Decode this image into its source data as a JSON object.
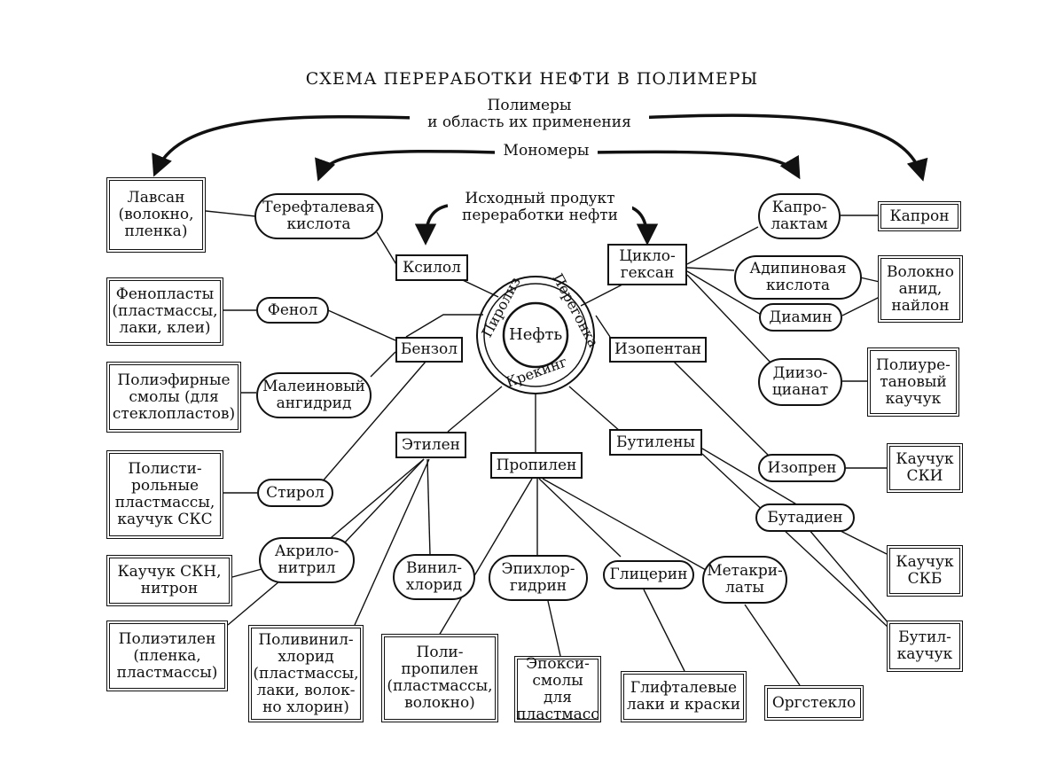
{
  "title": "СХЕМА ПЕРЕРАБОТКИ НЕФТИ В ПОЛИМЕРЫ",
  "headers": {
    "polymers": "Полимеры\nи область их применения",
    "monomers": "Мономеры",
    "source": "Исходный продукт\nпереработки нефти"
  },
  "center": {
    "oil": "Нефть",
    "pyrolysis": "Пиролиз",
    "distillation": "Перегонка",
    "cracking": "Крекинг"
  },
  "raw": {
    "xylene": "Ксилол",
    "benzene": "Бензол",
    "ethylene": "Этилен",
    "propylene": "Пропилен",
    "butylenes": "Бутилены",
    "isopentane": "Изопентан",
    "cyclohexane": "Цикло-\nгексан"
  },
  "monomers": {
    "terephthalic": "Терефталевая\nкислота",
    "phenol": "Фенол",
    "maleic": "Малеиновый\nангидрид",
    "styrene": "Стирол",
    "acrylonitrile": "Акрило-\nнитрил",
    "vinylchloride": "Винил-\nхлорид",
    "epichlorohydrin": "Эпихлор-\nгидрин",
    "glycerin": "Глицерин",
    "methacrylates": "Метакри-\nлаты",
    "caprolactam": "Капро-\nлактам",
    "adipic": "Адипиновая\nкислота",
    "diamine": "Диамин",
    "diisocyanate": "Диизо-\nцианат",
    "isoprene": "Изопрен",
    "butadiene": "Бутадиен"
  },
  "polymers": {
    "lavsan": "Лавсан\n(волокно,\nпленка)",
    "phenoplasts": "Фенопласты\n(пластмассы,\nлаки, клеи)",
    "polyester": "Полиэфирные\nсмолы (для\nстеклопластов)",
    "polystyrene": "Полисти-\nрольные\nпластмассы,\nкаучук СКС",
    "skn": "Каучук СКН,\nнитрон",
    "polyethylene": "Полиэтилен\n(пленка,\nпластмассы)",
    "pvc": "Поливинил-\nхлорид\n(пластмассы,\nлаки, волок-\nно хлорин)",
    "polypropylene": "Поли-\nпропилен\n(пластмассы,\nволокно)",
    "epoxy": "Эпокси-\nсмолы\nдля\nпластмасс",
    "glyphtal": "Глифталевые\nлаки и краски",
    "orgsteklo": "Оргстекло",
    "kapron": "Капрон",
    "nylon": "Волокно\nанид,\nнайлон",
    "polyurethane": "Полиуре-\nтановый\nкаучук",
    "ski": "Каучук\nСКИ",
    "skb": "Каучук\nСКБ",
    "butyl": "Бутил-\nкаучук"
  }
}
